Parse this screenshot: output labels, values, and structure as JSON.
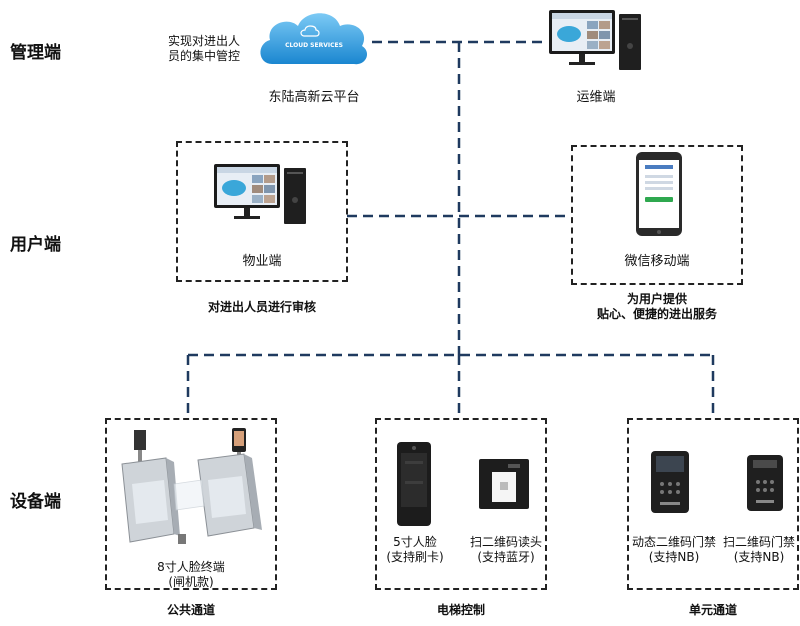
{
  "tiers": {
    "management": "管理端",
    "user": "用户端",
    "device": "设备端"
  },
  "management": {
    "cloud_label": "CLOUD SERVICES",
    "cloud_note_line1": "实现对进出人",
    "cloud_note_line2": "员的集中管控",
    "cloud_platform": "东陆高新云平台",
    "ops": "运维端"
  },
  "user_tier": {
    "property": "物业端",
    "property_note": "对进出人员进行审核",
    "wechat": "微信移动端",
    "wechat_note_line1": "为用户提供",
    "wechat_note_line2": "贴心、便捷的进出服务"
  },
  "devices": {
    "public": {
      "terminal_line1": "8寸人脸终端",
      "terminal_line2": "(闸机款)",
      "title": "公共通道"
    },
    "elevator": {
      "face_line1": "5寸人脸",
      "face_line2": "(支持刷卡)",
      "qr_line1": "扫二维码读头",
      "qr_line2": "(支持蓝牙)",
      "title": "电梯控制"
    },
    "unit": {
      "dynamic_line1": "动态二维码门禁",
      "dynamic_line2": "(支持NB)",
      "scan_line1": "扫二维码门禁",
      "scan_line2": "(支持NB)",
      "title": "单元通道"
    }
  },
  "colors": {
    "line": "#1f3a5f",
    "cloud": "#2a9be0",
    "box_border": "#222222"
  }
}
